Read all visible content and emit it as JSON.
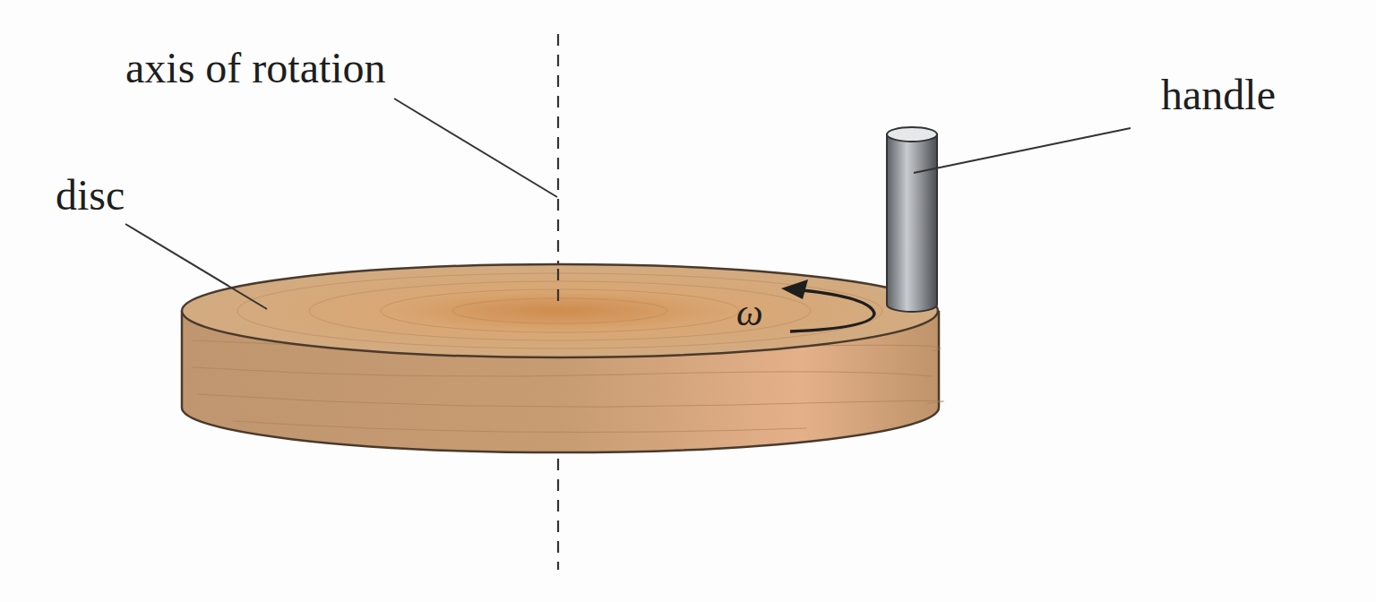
{
  "diagram": {
    "labels": [
      "axis of rotation",
      "disc",
      "handle",
      "ω"
    ]
  }
}
